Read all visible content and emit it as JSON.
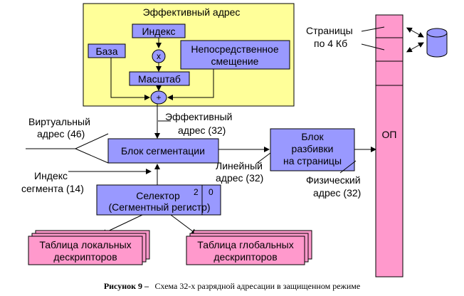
{
  "effective_address_block": {
    "title": "Эффективный адрес",
    "index": "Индекс",
    "multiply_symbol": "x",
    "base": "База",
    "displacement_line1": "Непосредственное",
    "displacement_line2": "смещение",
    "scale": "Масштаб",
    "plus_symbol": "+"
  },
  "labels": {
    "virtual_address_line1": "Виртуальный",
    "virtual_address_line2": "адрес (46)",
    "effective_address_line1": "Эффективный",
    "effective_address_line2": "адрес (32)",
    "segment_index_line1": "Индекс",
    "segment_index_line2": "сегмента (14)",
    "linear_address_line1": "Линейный",
    "linear_address_line2": "адрес (32)",
    "physical_address_line1": "Физический",
    "physical_address_line2": "адрес (32)",
    "pages_line1": "Страницы",
    "pages_line2": "по 4 Кб"
  },
  "blocks": {
    "segmentation": "Блок сегментации",
    "paging_line1": "Блок",
    "paging_line2": "разбивки",
    "paging_line3": "на страницы",
    "selector_line1": "Селектор",
    "selector_line2": "(Сегментный регистр)",
    "selector_bit_2": "2",
    "selector_bit_0": "0",
    "local_table_line1": "Таблица локальных",
    "local_table_line2": "дескрипторов",
    "global_table_line1": "Таблица глобальных",
    "global_table_line2": "дескрипторов",
    "memory": "ОП"
  },
  "caption": {
    "label": "Рисунок 9 –",
    "text": "Схема 32-х разрядной адресации в защищенном режиме"
  },
  "colors": {
    "yellow_fill": "#FFFF99",
    "blue_fill": "#9999FF",
    "pink_fill": "#FF99CC",
    "disk_fill": "#9999FF"
  }
}
